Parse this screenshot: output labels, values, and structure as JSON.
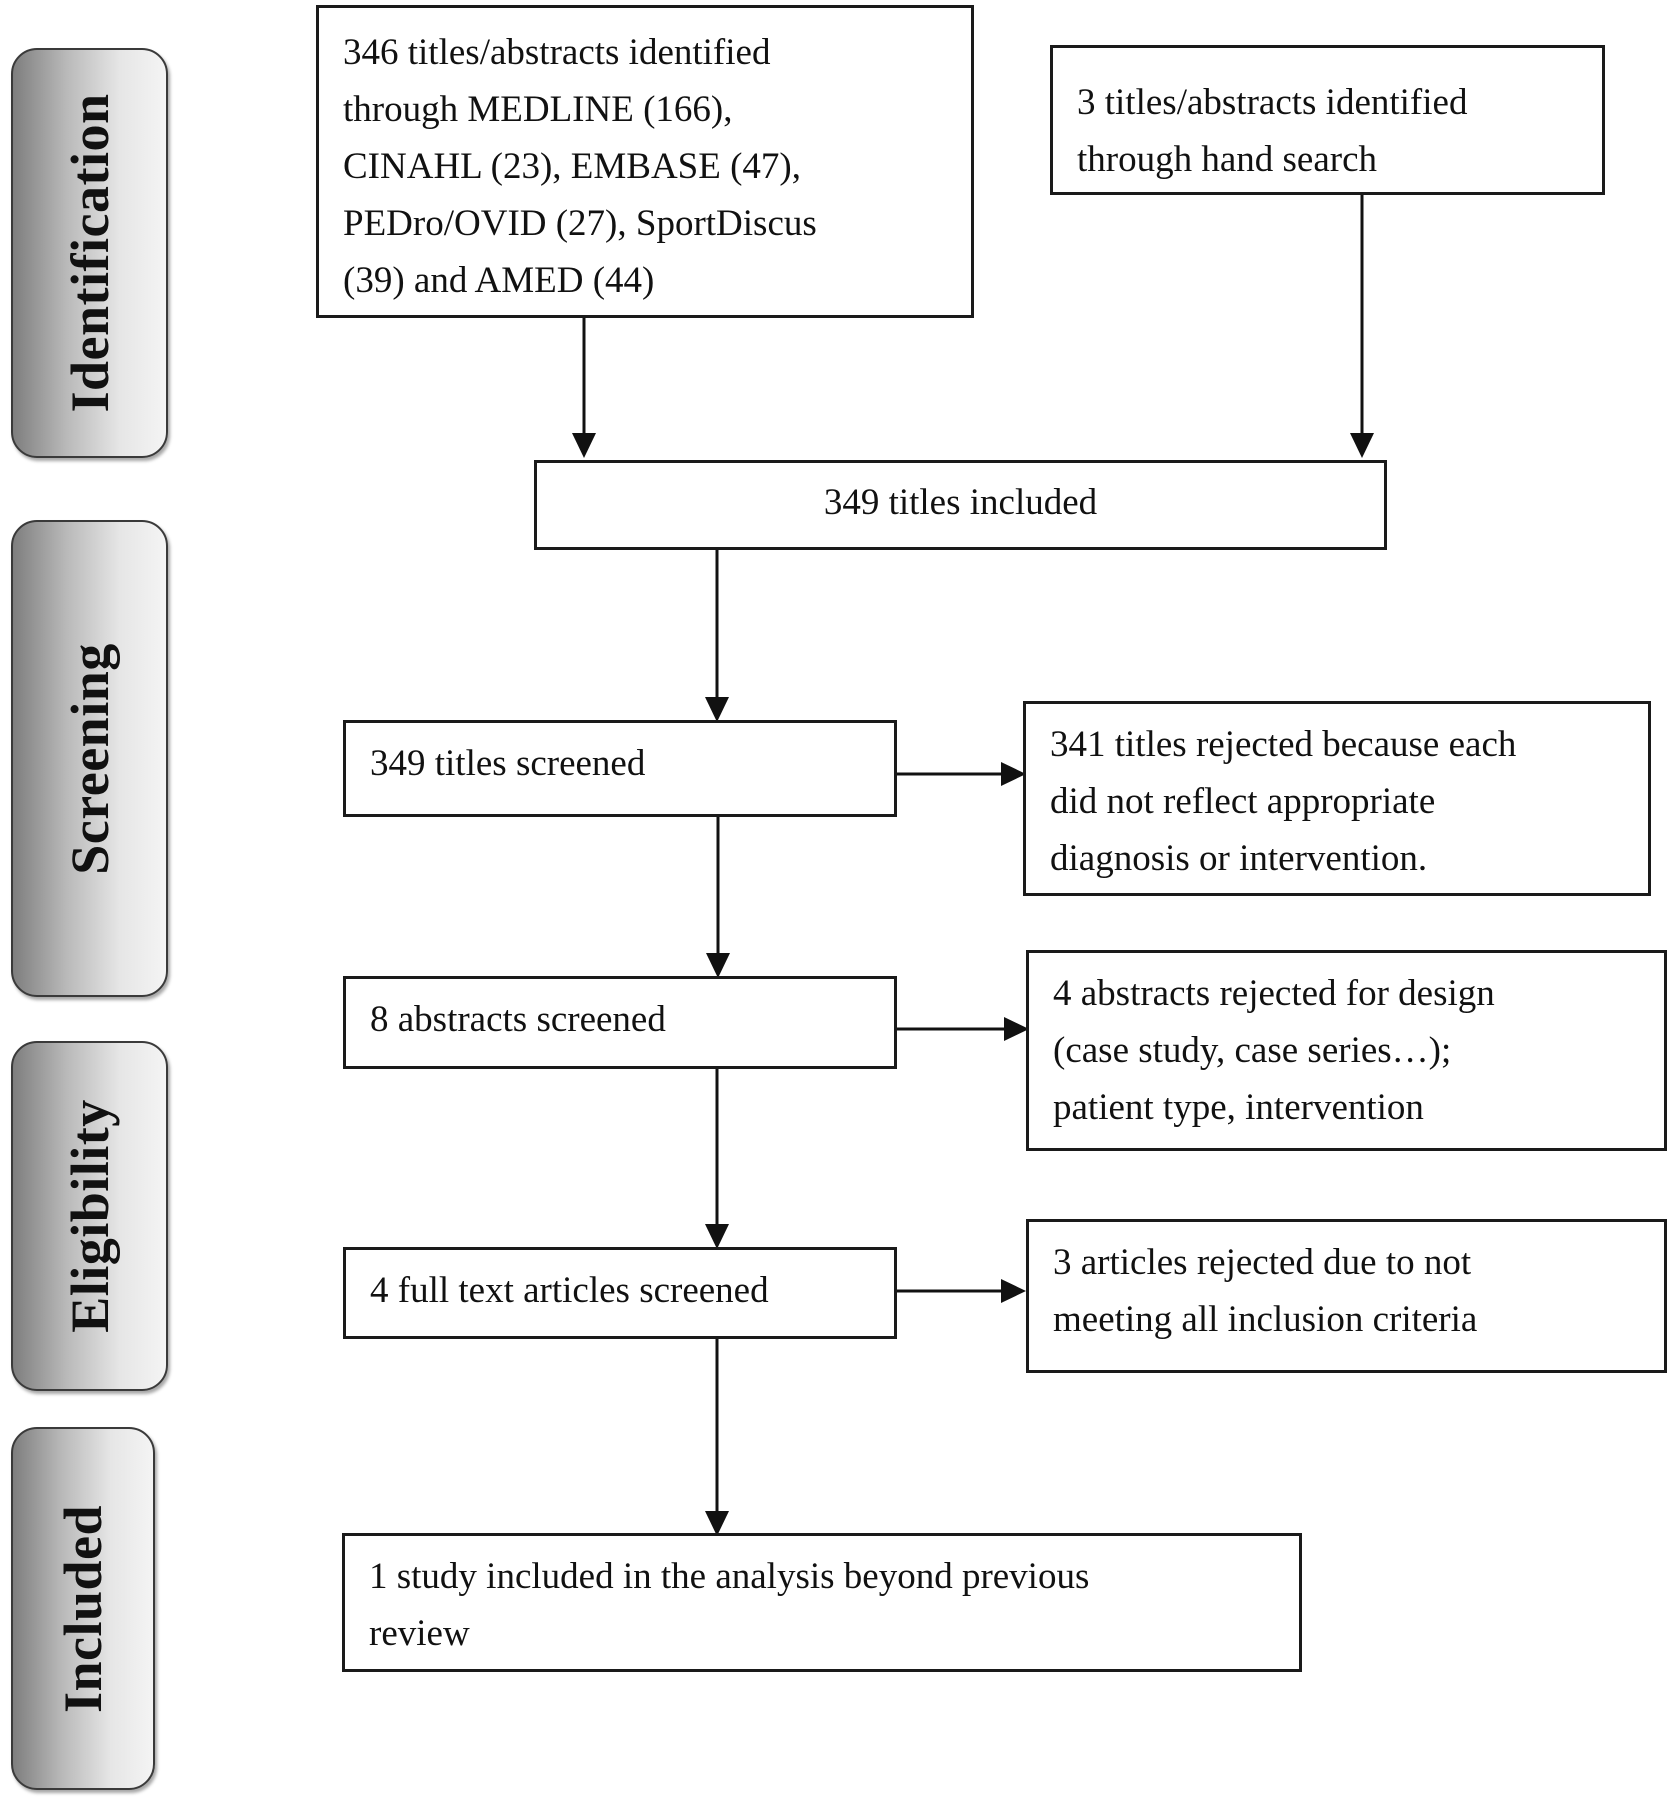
{
  "stages": {
    "identification": "Identification",
    "screening": "Screening",
    "eligibility": "Eligibility",
    "included": "Included"
  },
  "boxes": {
    "databases": "346 titles/abstracts identified\nthrough MEDLINE (166),\nCINAHL (23), EMBASE (47),\nPEDro/OVID (27), SportDiscus\n(39) and AMED (44)",
    "hand_search": "3 titles/abstracts identified\nthrough hand search",
    "titles_included": "349 titles included",
    "titles_screened": "349 titles screened",
    "titles_rejected": "341 titles rejected because each\ndid not reflect appropriate\ndiagnosis or intervention.",
    "abstracts_screened": "8 abstracts screened",
    "abstracts_rejected": "4 abstracts rejected for design\n(case study, case series…);\npatient type, intervention",
    "fulltext_screened": "4 full text articles screened",
    "articles_rejected": "3 articles rejected due to not\nmeeting all inclusion criteria",
    "study_included": "1 study included in the analysis beyond previous\nreview"
  }
}
